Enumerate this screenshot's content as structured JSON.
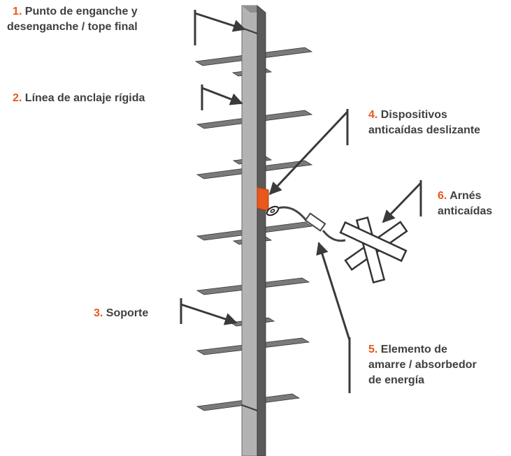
{
  "colors": {
    "label_number": "#e8581b",
    "label_text": "#404040",
    "rail_light": "#b3b3b3",
    "rail_dark": "#5a5a5a",
    "rung": "#7a7a7a",
    "device": "#e8581b",
    "pointer": "#3a3a3a"
  },
  "labels": [
    {
      "number": "1.",
      "lines": [
        "Punto de enganche y",
        "desenganche / tope final"
      ]
    },
    {
      "number": "2.",
      "lines": [
        "Línea de anclaje rígida"
      ]
    },
    {
      "number": "3.",
      "lines": [
        "Soporte"
      ]
    },
    {
      "number": "4.",
      "lines": [
        "Dispositivos",
        "anticaídas deslizante"
      ]
    },
    {
      "number": "5.",
      "lines": [
        "Elemento de",
        "amarre / absorbedor",
        "de energía"
      ]
    },
    {
      "number": "6.",
      "lines": [
        "Arnés",
        "anticaídas"
      ]
    }
  ],
  "icons": {
    "ladder": "ladder-rail",
    "slider": "sliding-fall-arrester",
    "lanyard": "energy-absorber-lanyard",
    "harness": "harness-icon"
  }
}
